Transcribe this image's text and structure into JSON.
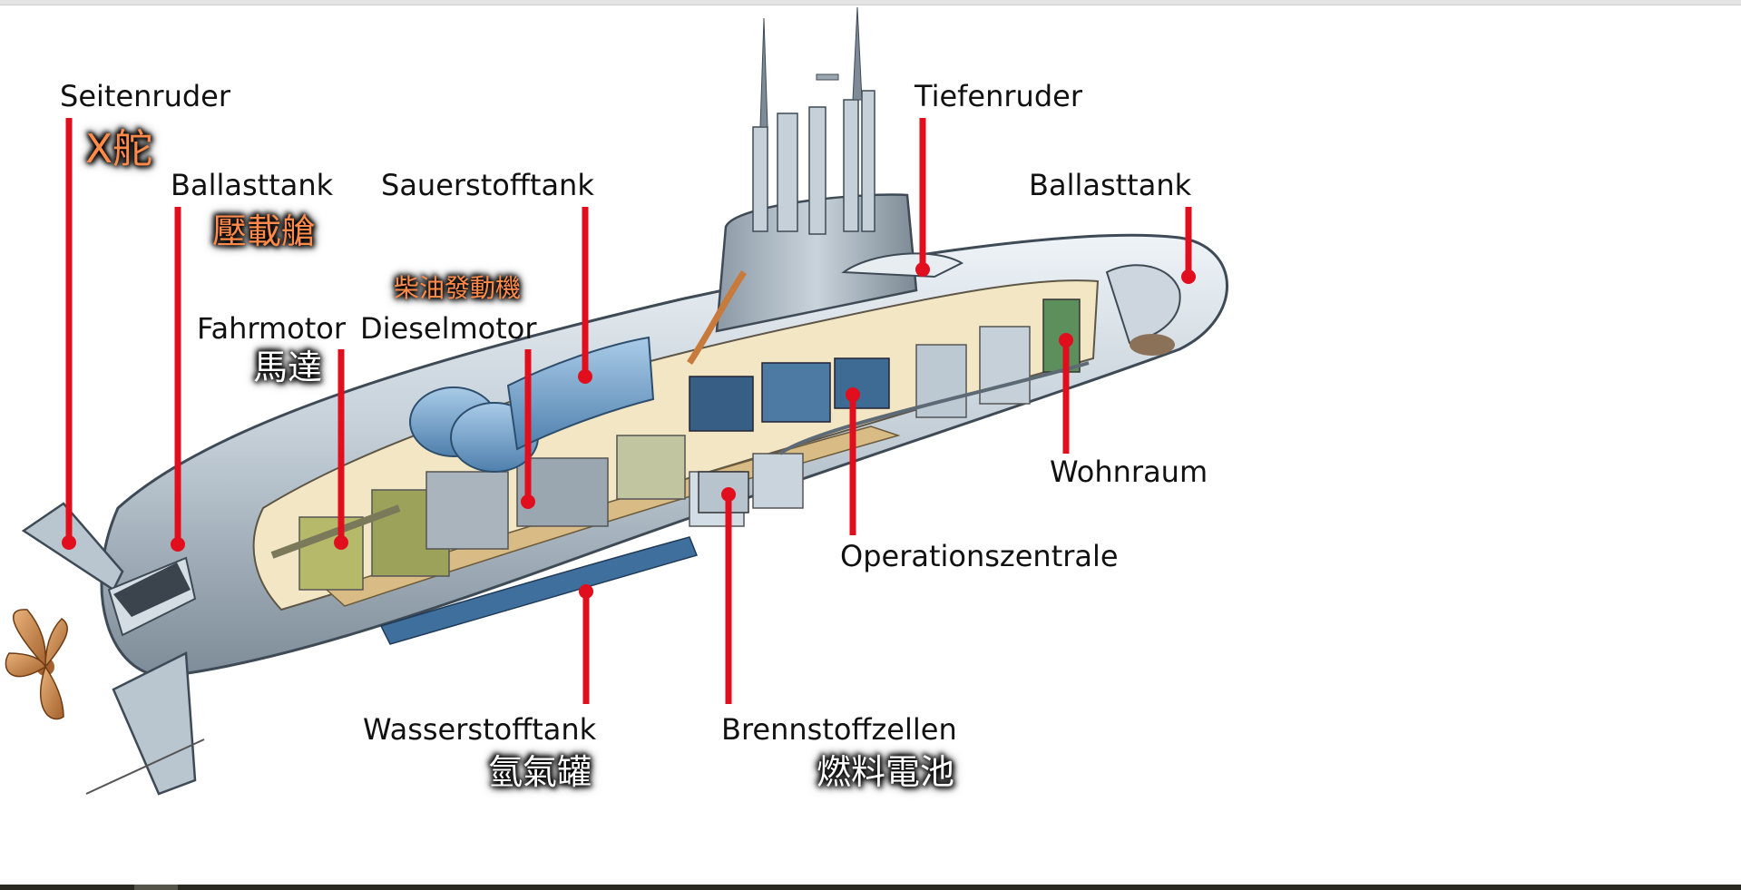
{
  "labels": {
    "seitenruder": "Seitenruder",
    "ballasttank_rear": "Ballasttank",
    "sauerstofftank": "Sauerstofftank",
    "tiefenruder": "Tiefenruder",
    "ballasttank_front": "Ballasttank",
    "fahrmotor": "Fahrmotor",
    "dieselmotor": "Dieselmotor",
    "wohnraum": "Wohnraum",
    "operationszentrale": "Operationszentrale",
    "wasserstofftank": "Wasserstofftank",
    "brennstoffzellen": "Brennstoffzellen"
  },
  "chinese_labels": {
    "x_rudder": "X舵",
    "ballast_tank": "壓載艙",
    "diesel_engine": "柴油發動機",
    "motor": "馬達",
    "hydrogen_tank": "氫氣罐",
    "fuel_cell": "燃料電池"
  },
  "colors": {
    "pointer": "#e10f1e",
    "chinese_highlight": "#ff8a4a",
    "hull_light": "#dfe7ee",
    "hull_dark": "#7f8f9c"
  }
}
